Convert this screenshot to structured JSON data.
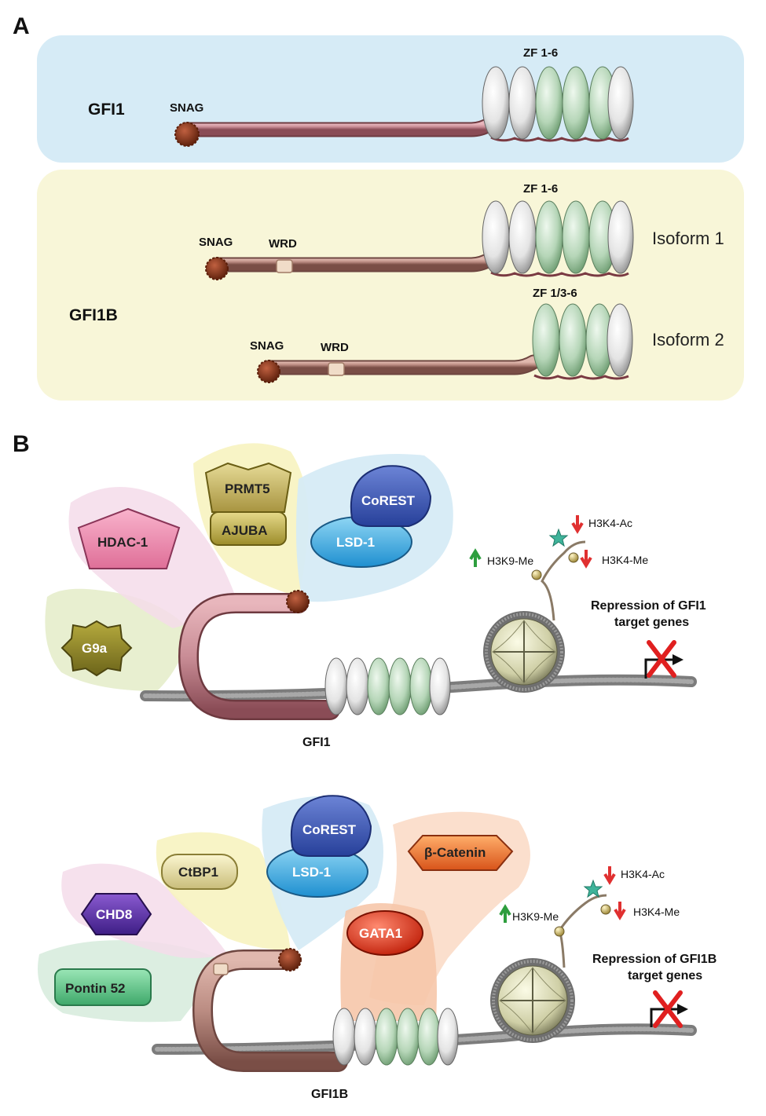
{
  "panels": {
    "a": {
      "letter": "A"
    },
    "b": {
      "letter": "B"
    }
  },
  "gfi1_structure": {
    "name": "GFI1",
    "snag_label": "SNAG",
    "zf_label": "ZF 1-6"
  },
  "gfi1b_structure": {
    "name": "GFI1B",
    "isoform1": {
      "label": "Isoform 1",
      "snag_label": "SNAG",
      "wrd_label": "WRD",
      "zf_label": "ZF 1-6"
    },
    "isoform2": {
      "label": "Isoform 2",
      "snag_label": "SNAG",
      "wrd_label": "WRD",
      "zf_label": "ZF 1/3-6"
    }
  },
  "gfi1_complex": {
    "protein_label": "GFI1",
    "cofactors": {
      "prmt5": "PRMT5",
      "ajuba": "AJUBA",
      "corest": "CoREST",
      "lsd1": "LSD-1",
      "hdac1": "HDAC-1",
      "g9a": "G9a"
    },
    "histone_marks": {
      "h3k4_ac": "H3K4-Ac",
      "h3k4_me": "H3K4-Me",
      "h3k9_me": "H3K9-Me"
    },
    "repression_line1": "Repression of GFI1",
    "repression_line2": "target genes"
  },
  "gfi1b_complex": {
    "protein_label": "GFI1B",
    "cofactors": {
      "corest": "CoREST",
      "lsd1": "LSD-1",
      "ctbp1": "CtBP1",
      "chd8": "CHD8",
      "pontin52": "Pontin 52",
      "gata1": "GATA1",
      "beta_catenin": "β-Catenin"
    },
    "histone_marks": {
      "h3k4_ac": "H3K4-Ac",
      "h3k4_me": "H3K4-Me",
      "h3k9_me": "H3K9-Me"
    },
    "repression_line1": "Repression of GFI1B",
    "repression_line2": "target genes"
  },
  "colors": {
    "gfi1_panel": "#d6ebf6",
    "gfi1b_panel": "#f8f6d8",
    "gfi1_body": "#c98d96",
    "gfi1b_body": "#bb8c82",
    "snag": "#7a2e14",
    "zf_white": "#eeeeee",
    "zf_green": "#b8d8bc",
    "up_arrow": "#2e9e3e",
    "down_arrow": "#e03030"
  }
}
